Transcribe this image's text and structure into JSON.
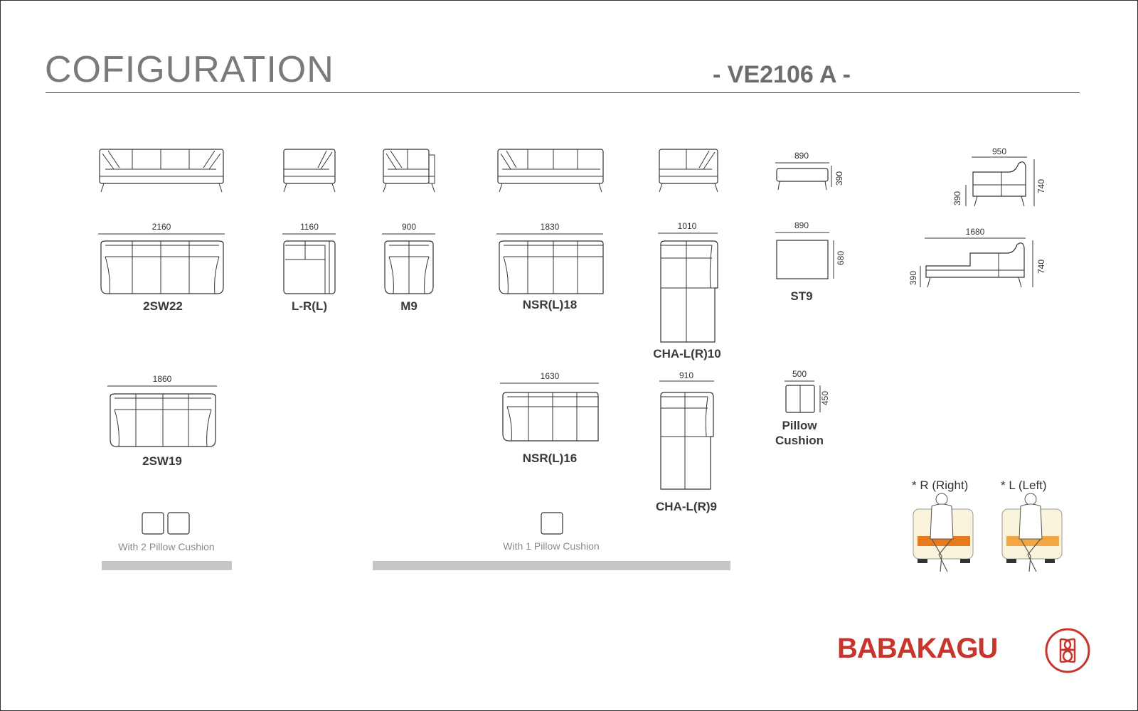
{
  "header": {
    "title": "COFIGURATION",
    "model": "- VE2106 A -"
  },
  "modules": {
    "m1": {
      "name": "2SW22",
      "width": "2160"
    },
    "m2": {
      "name": "L-R(L)",
      "width": "1160"
    },
    "m3": {
      "name": "M9",
      "width": "900"
    },
    "m4": {
      "name": "NSR(L)18",
      "width": "1830"
    },
    "m5": {
      "name": "CHA-L(R)10",
      "width": "1010"
    },
    "m6": {
      "name": "ST9",
      "width_top": "890",
      "height_top": "390",
      "width_plan": "890",
      "depth_plan": "680"
    },
    "m7": {
      "name": "2SW19",
      "width": "1860"
    },
    "m8": {
      "name": "NSR(L)16",
      "width": "1630"
    },
    "m9": {
      "name": "CHA-L(R)9",
      "width": "910"
    },
    "pillow": {
      "name_line1": "Pillow",
      "name_line2": "Cushion",
      "width": "500",
      "height": "450"
    }
  },
  "side_views": {
    "chaise_side": {
      "width": "950",
      "seat_height": "390",
      "height": "740"
    },
    "chaise_long": {
      "width": "1680",
      "seat_height": "390",
      "height": "740"
    }
  },
  "notes": {
    "two_pillows": "With 2 Pillow Cushion",
    "one_pillow": "With 1 Pillow Cushion"
  },
  "orientation": {
    "right": "* R (Right)",
    "left": "* L (Left)"
  },
  "brand": {
    "name": "BABAKAGU",
    "color": "#c8352d"
  }
}
